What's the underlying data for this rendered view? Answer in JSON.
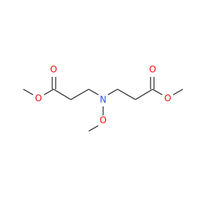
{
  "molecule": {
    "atoms": {
      "carbonyl_o_left": "O",
      "ester_o_left": "O",
      "nitrogen": "N",
      "n_oxygen": "O",
      "carbonyl_o_right": "O",
      "ester_o_right": "O"
    },
    "colors": {
      "oxygen": "#ff0d0d",
      "nitrogen": "#3050f8",
      "bond": "#3a3a3a",
      "background": "#ffffff"
    }
  }
}
